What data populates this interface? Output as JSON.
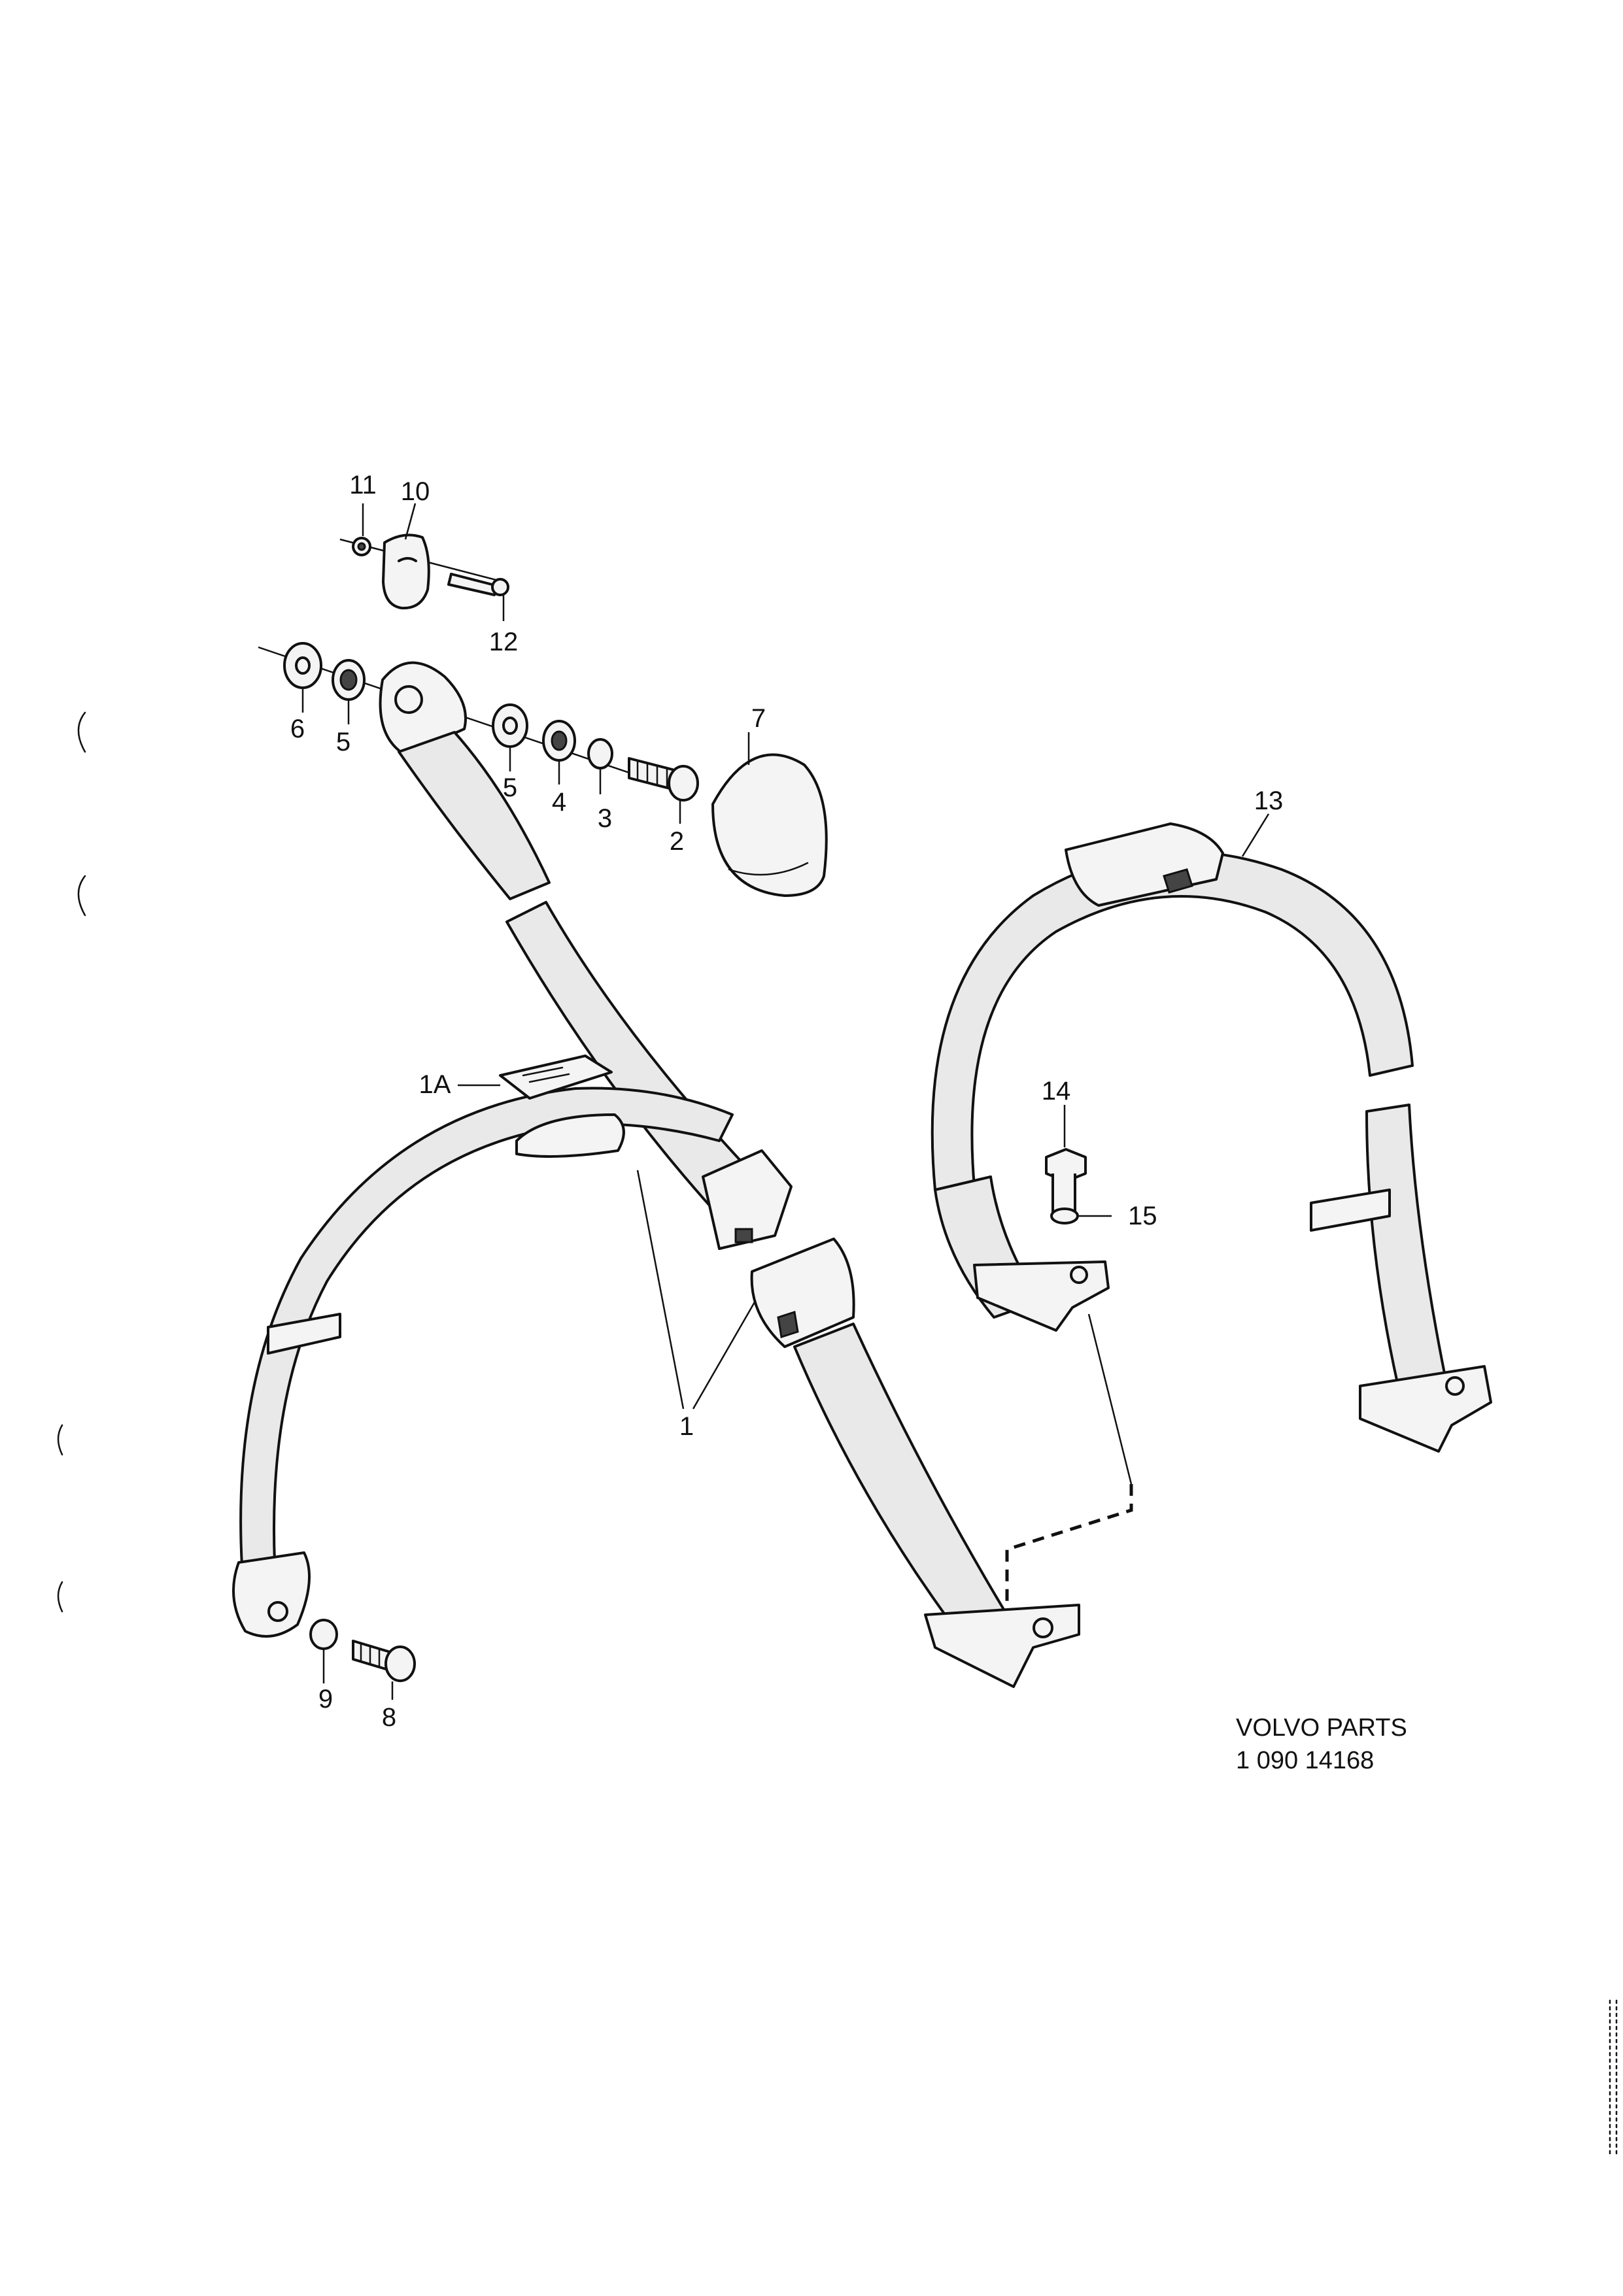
{
  "diagram": {
    "callouts": {
      "c1": "1",
      "c1a": "1A",
      "c2": "2",
      "c3": "3",
      "c4": "4",
      "c5a": "5",
      "c5b": "5",
      "c6": "6",
      "c7": "7",
      "c8": "8",
      "c9": "9",
      "c10": "10",
      "c11": "11",
      "c12": "12",
      "c13": "13",
      "c14": "14",
      "c15": "15"
    },
    "footer": {
      "brand": "VOLVO PARTS",
      "code": "1 090 14168"
    }
  }
}
